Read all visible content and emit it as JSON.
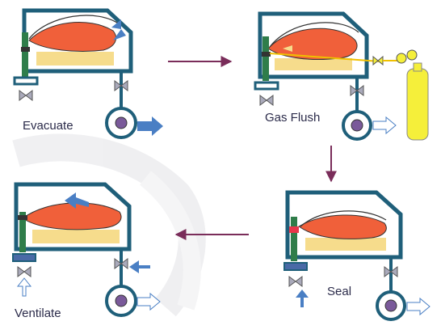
{
  "steps": [
    {
      "id": "evacuate",
      "label": "Evacuate"
    },
    {
      "id": "gas-flush",
      "label": "Gas Flush"
    },
    {
      "id": "seal",
      "label": "Seal"
    },
    {
      "id": "ventilate",
      "label": "Ventilate"
    }
  ],
  "colors": {
    "chamber_outline": "#1f5f7a",
    "product": "#f0603a",
    "tray": "#f6dc8c",
    "piston": "#2f7d4a",
    "flow_arrow": "#4a7fc4",
    "process_arrow": "#7a2d5a",
    "gas_cylinder": "#f5ef3a",
    "seal_bar_hot": "#e8364a",
    "background_swirl": "#e8e8ea"
  }
}
